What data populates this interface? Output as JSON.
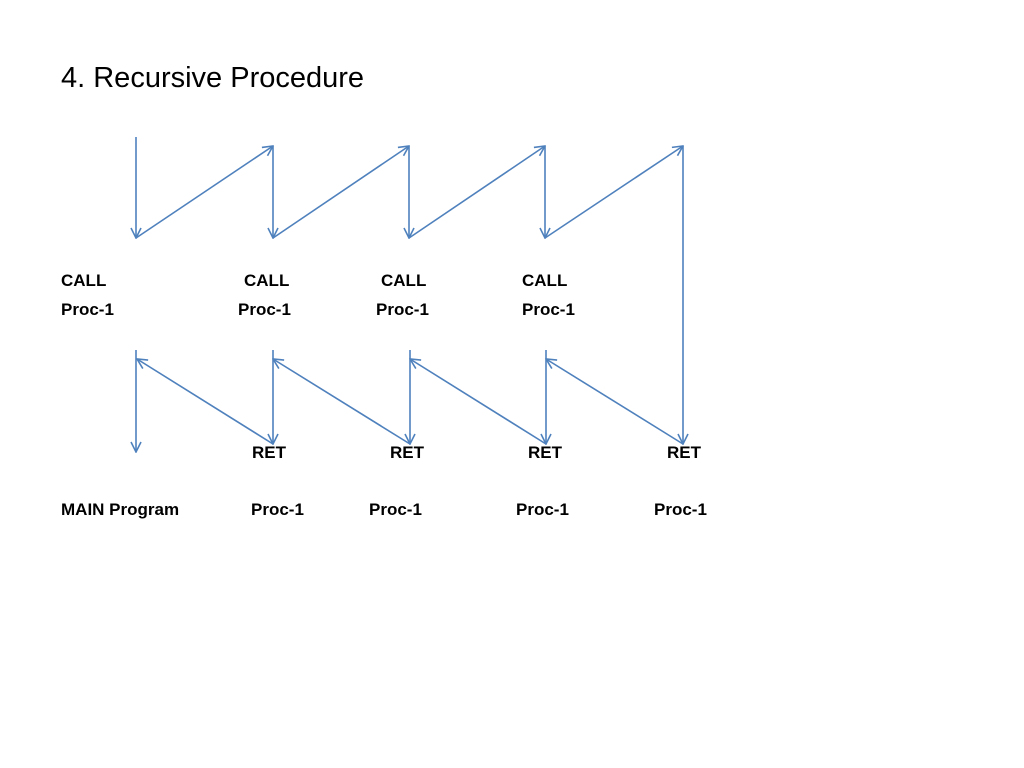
{
  "title": "4. Recursive Procedure",
  "call_labels": [
    {
      "line1": "CALL",
      "line2": "Proc-1"
    },
    {
      "line1": "CALL",
      "line2": "Proc-1"
    },
    {
      "line1": "CALL",
      "line2": "Proc-1"
    },
    {
      "line1": "CALL",
      "line2": "Proc-1"
    }
  ],
  "ret_labels": [
    "RET",
    "RET",
    "RET",
    "RET"
  ],
  "program_labels": [
    "MAIN Program",
    "Proc-1",
    "Proc-1",
    "Proc-1",
    "Proc-1"
  ],
  "colors": {
    "arrow": "#4f81bd",
    "text": "#000000"
  }
}
